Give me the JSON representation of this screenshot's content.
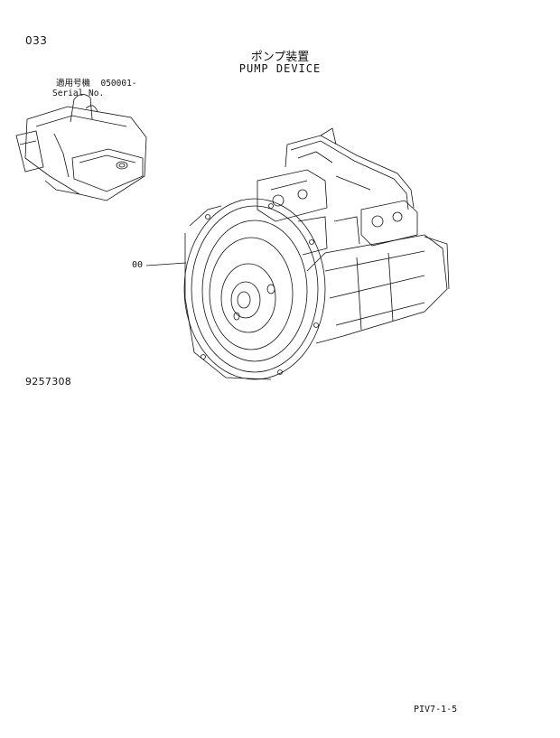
{
  "page": {
    "number": "033",
    "title_jp": "ポンプ装置",
    "title_en": "PUMP DEVICE",
    "applicable_model_label": "適用号機",
    "serial_from": "050001-",
    "serial_label": "Serial No.",
    "figure_number": "9257308",
    "page_code": "PIV7-1-5"
  },
  "callouts": [
    {
      "label": "00"
    }
  ]
}
